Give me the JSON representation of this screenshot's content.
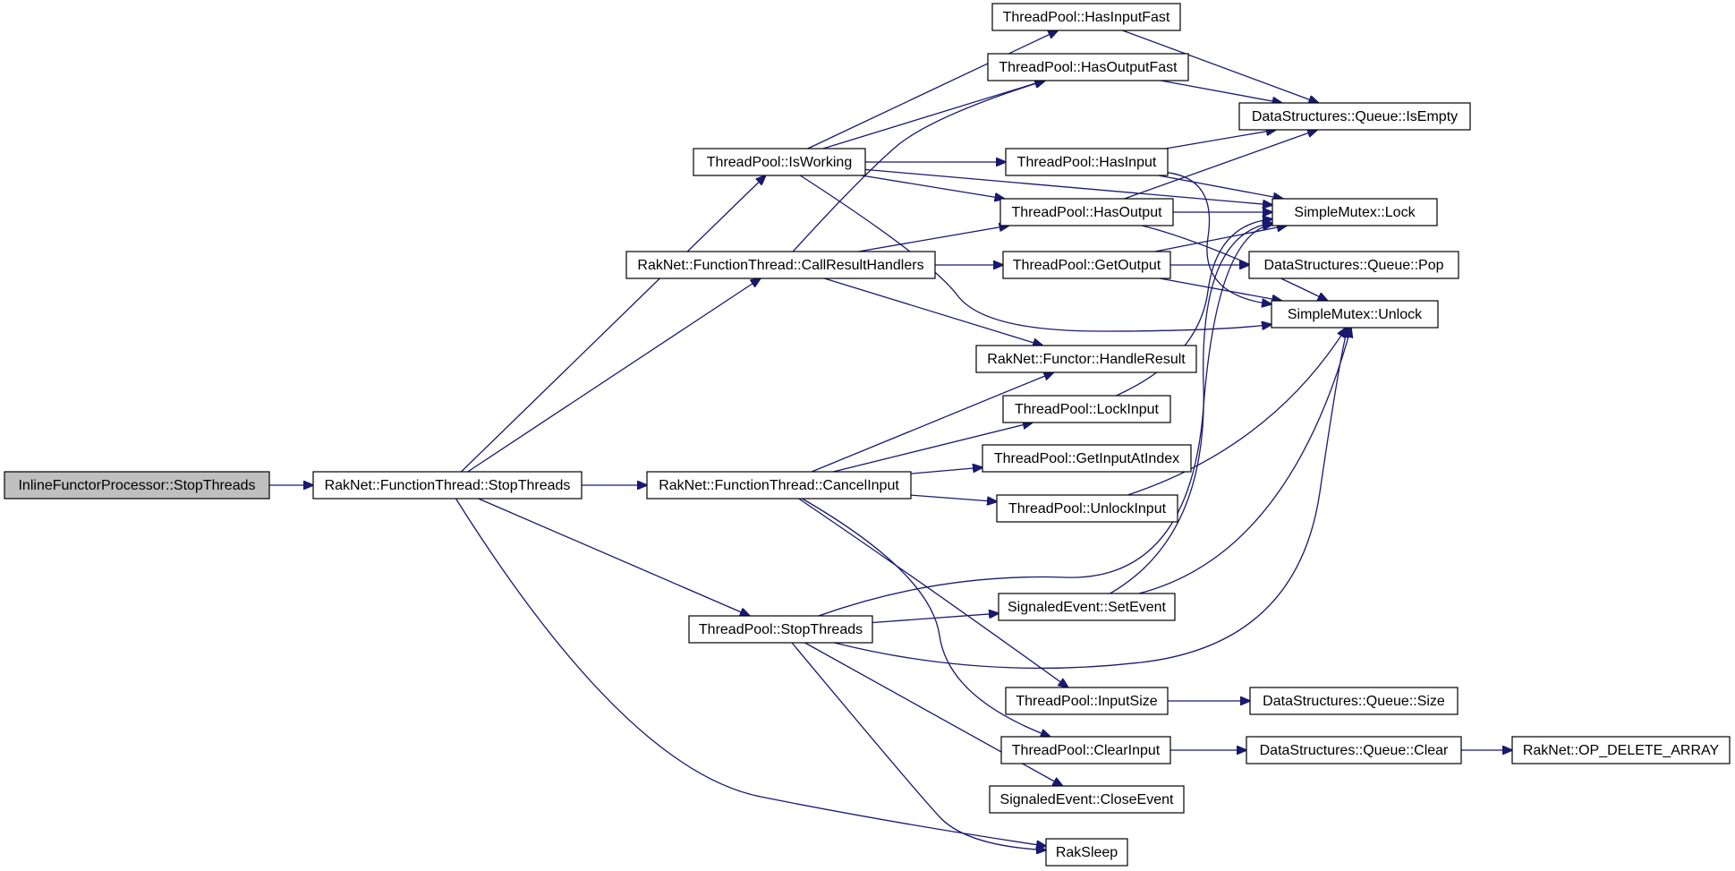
{
  "diagram": {
    "type": "call-graph",
    "root": "inline-functor-processor-stopthreads",
    "nodes": [
      {
        "id": "inline-functor-processor-stopthreads",
        "label": "InlineFunctorProcessor::StopThreads",
        "root": true
      },
      {
        "id": "raknet-functionthread-stopthreads",
        "label": "RakNet::FunctionThread::StopThreads"
      },
      {
        "id": "threadpool-isworking",
        "label": "ThreadPool::IsWorking"
      },
      {
        "id": "raknet-functionthread-callresulthandlers",
        "label": "RakNet::FunctionThread::CallResultHandlers"
      },
      {
        "id": "raknet-functionthread-cancelinput",
        "label": "RakNet::FunctionThread::CancelInput"
      },
      {
        "id": "threadpool-stopthreads",
        "label": "ThreadPool::StopThreads"
      },
      {
        "id": "rak-sleep",
        "label": "RakSleep"
      },
      {
        "id": "threadpool-hasinputfast",
        "label": "ThreadPool::HasInputFast"
      },
      {
        "id": "threadpool-hasoutputfast",
        "label": "ThreadPool::HasOutputFast"
      },
      {
        "id": "threadpool-hasinput",
        "label": "ThreadPool::HasInput"
      },
      {
        "id": "threadpool-hasoutput",
        "label": "ThreadPool::HasOutput"
      },
      {
        "id": "threadpool-getoutput",
        "label": "ThreadPool::GetOutput"
      },
      {
        "id": "raknet-functor-handleresult",
        "label": "RakNet::Functor::HandleResult"
      },
      {
        "id": "threadpool-lockinput",
        "label": "ThreadPool::LockInput"
      },
      {
        "id": "threadpool-getinputatindex",
        "label": "ThreadPool::GetInputAtIndex"
      },
      {
        "id": "threadpool-unlockinput",
        "label": "ThreadPool::UnlockInput"
      },
      {
        "id": "signaledevent-setevent",
        "label": "SignaledEvent::SetEvent"
      },
      {
        "id": "threadpool-inputsize",
        "label": "ThreadPool::InputSize"
      },
      {
        "id": "threadpool-clearinput",
        "label": "ThreadPool::ClearInput"
      },
      {
        "id": "signaledevent-closeevent",
        "label": "SignaledEvent::CloseEvent"
      },
      {
        "id": "datastructures-queue-isempty",
        "label": "DataStructures::Queue::IsEmpty"
      },
      {
        "id": "simplemutex-lock",
        "label": "SimpleMutex::Lock"
      },
      {
        "id": "datastructures-queue-pop",
        "label": "DataStructures::Queue::Pop"
      },
      {
        "id": "simplemutex-unlock",
        "label": "SimpleMutex::Unlock"
      },
      {
        "id": "datastructures-queue-size",
        "label": "DataStructures::Queue::Size"
      },
      {
        "id": "datastructures-queue-clear",
        "label": "DataStructures::Queue::Clear"
      },
      {
        "id": "raknet-op-delete-array",
        "label": "RakNet::OP_DELETE_ARRAY"
      }
    ],
    "edges": [
      {
        "from": "inline-functor-processor-stopthreads",
        "to": "raknet-functionthread-stopthreads"
      },
      {
        "from": "raknet-functionthread-stopthreads",
        "to": "threadpool-isworking"
      },
      {
        "from": "raknet-functionthread-stopthreads",
        "to": "raknet-functionthread-callresulthandlers"
      },
      {
        "from": "raknet-functionthread-stopthreads",
        "to": "raknet-functionthread-cancelinput"
      },
      {
        "from": "raknet-functionthread-stopthreads",
        "to": "threadpool-stopthreads"
      },
      {
        "from": "raknet-functionthread-stopthreads",
        "to": "rak-sleep"
      },
      {
        "from": "threadpool-isworking",
        "to": "threadpool-hasinputfast"
      },
      {
        "from": "threadpool-isworking",
        "to": "threadpool-hasoutputfast"
      },
      {
        "from": "threadpool-isworking",
        "to": "threadpool-hasinput"
      },
      {
        "from": "threadpool-isworking",
        "to": "threadpool-hasoutput"
      },
      {
        "from": "threadpool-isworking",
        "to": "simplemutex-lock"
      },
      {
        "from": "threadpool-isworking",
        "to": "simplemutex-unlock"
      },
      {
        "from": "raknet-functionthread-callresulthandlers",
        "to": "threadpool-hasoutputfast"
      },
      {
        "from": "raknet-functionthread-callresulthandlers",
        "to": "threadpool-hasoutput"
      },
      {
        "from": "raknet-functionthread-callresulthandlers",
        "to": "threadpool-getoutput"
      },
      {
        "from": "raknet-functionthread-callresulthandlers",
        "to": "raknet-functor-handleresult"
      },
      {
        "from": "raknet-functionthread-cancelinput",
        "to": "raknet-functor-handleresult"
      },
      {
        "from": "raknet-functionthread-cancelinput",
        "to": "threadpool-lockinput"
      },
      {
        "from": "raknet-functionthread-cancelinput",
        "to": "threadpool-getinputatindex"
      },
      {
        "from": "raknet-functionthread-cancelinput",
        "to": "threadpool-unlockinput"
      },
      {
        "from": "raknet-functionthread-cancelinput",
        "to": "threadpool-inputsize"
      },
      {
        "from": "raknet-functionthread-cancelinput",
        "to": "threadpool-clearinput"
      },
      {
        "from": "threadpool-stopthreads",
        "to": "signaledevent-setevent"
      },
      {
        "from": "threadpool-stopthreads",
        "to": "signaledevent-closeevent"
      },
      {
        "from": "threadpool-stopthreads",
        "to": "rak-sleep"
      },
      {
        "from": "threadpool-stopthreads",
        "to": "simplemutex-lock"
      },
      {
        "from": "threadpool-stopthreads",
        "to": "simplemutex-unlock"
      },
      {
        "from": "threadpool-hasinputfast",
        "to": "datastructures-queue-isempty"
      },
      {
        "from": "threadpool-hasoutputfast",
        "to": "datastructures-queue-isempty"
      },
      {
        "from": "threadpool-hasinput",
        "to": "datastructures-queue-isempty"
      },
      {
        "from": "threadpool-hasinput",
        "to": "simplemutex-lock"
      },
      {
        "from": "threadpool-hasinput",
        "to": "simplemutex-unlock"
      },
      {
        "from": "threadpool-hasoutput",
        "to": "datastructures-queue-isempty"
      },
      {
        "from": "threadpool-hasoutput",
        "to": "simplemutex-lock"
      },
      {
        "from": "threadpool-hasoutput",
        "to": "simplemutex-unlock"
      },
      {
        "from": "threadpool-getoutput",
        "to": "simplemutex-lock"
      },
      {
        "from": "threadpool-getoutput",
        "to": "datastructures-queue-pop"
      },
      {
        "from": "threadpool-getoutput",
        "to": "simplemutex-unlock"
      },
      {
        "from": "threadpool-lockinput",
        "to": "simplemutex-lock"
      },
      {
        "from": "threadpool-unlockinput",
        "to": "simplemutex-unlock"
      },
      {
        "from": "signaledevent-setevent",
        "to": "simplemutex-lock"
      },
      {
        "from": "signaledevent-setevent",
        "to": "simplemutex-unlock"
      },
      {
        "from": "threadpool-inputsize",
        "to": "datastructures-queue-size"
      },
      {
        "from": "threadpool-clearinput",
        "to": "datastructures-queue-clear"
      },
      {
        "from": "datastructures-queue-clear",
        "to": "raknet-op-delete-array"
      }
    ]
  }
}
